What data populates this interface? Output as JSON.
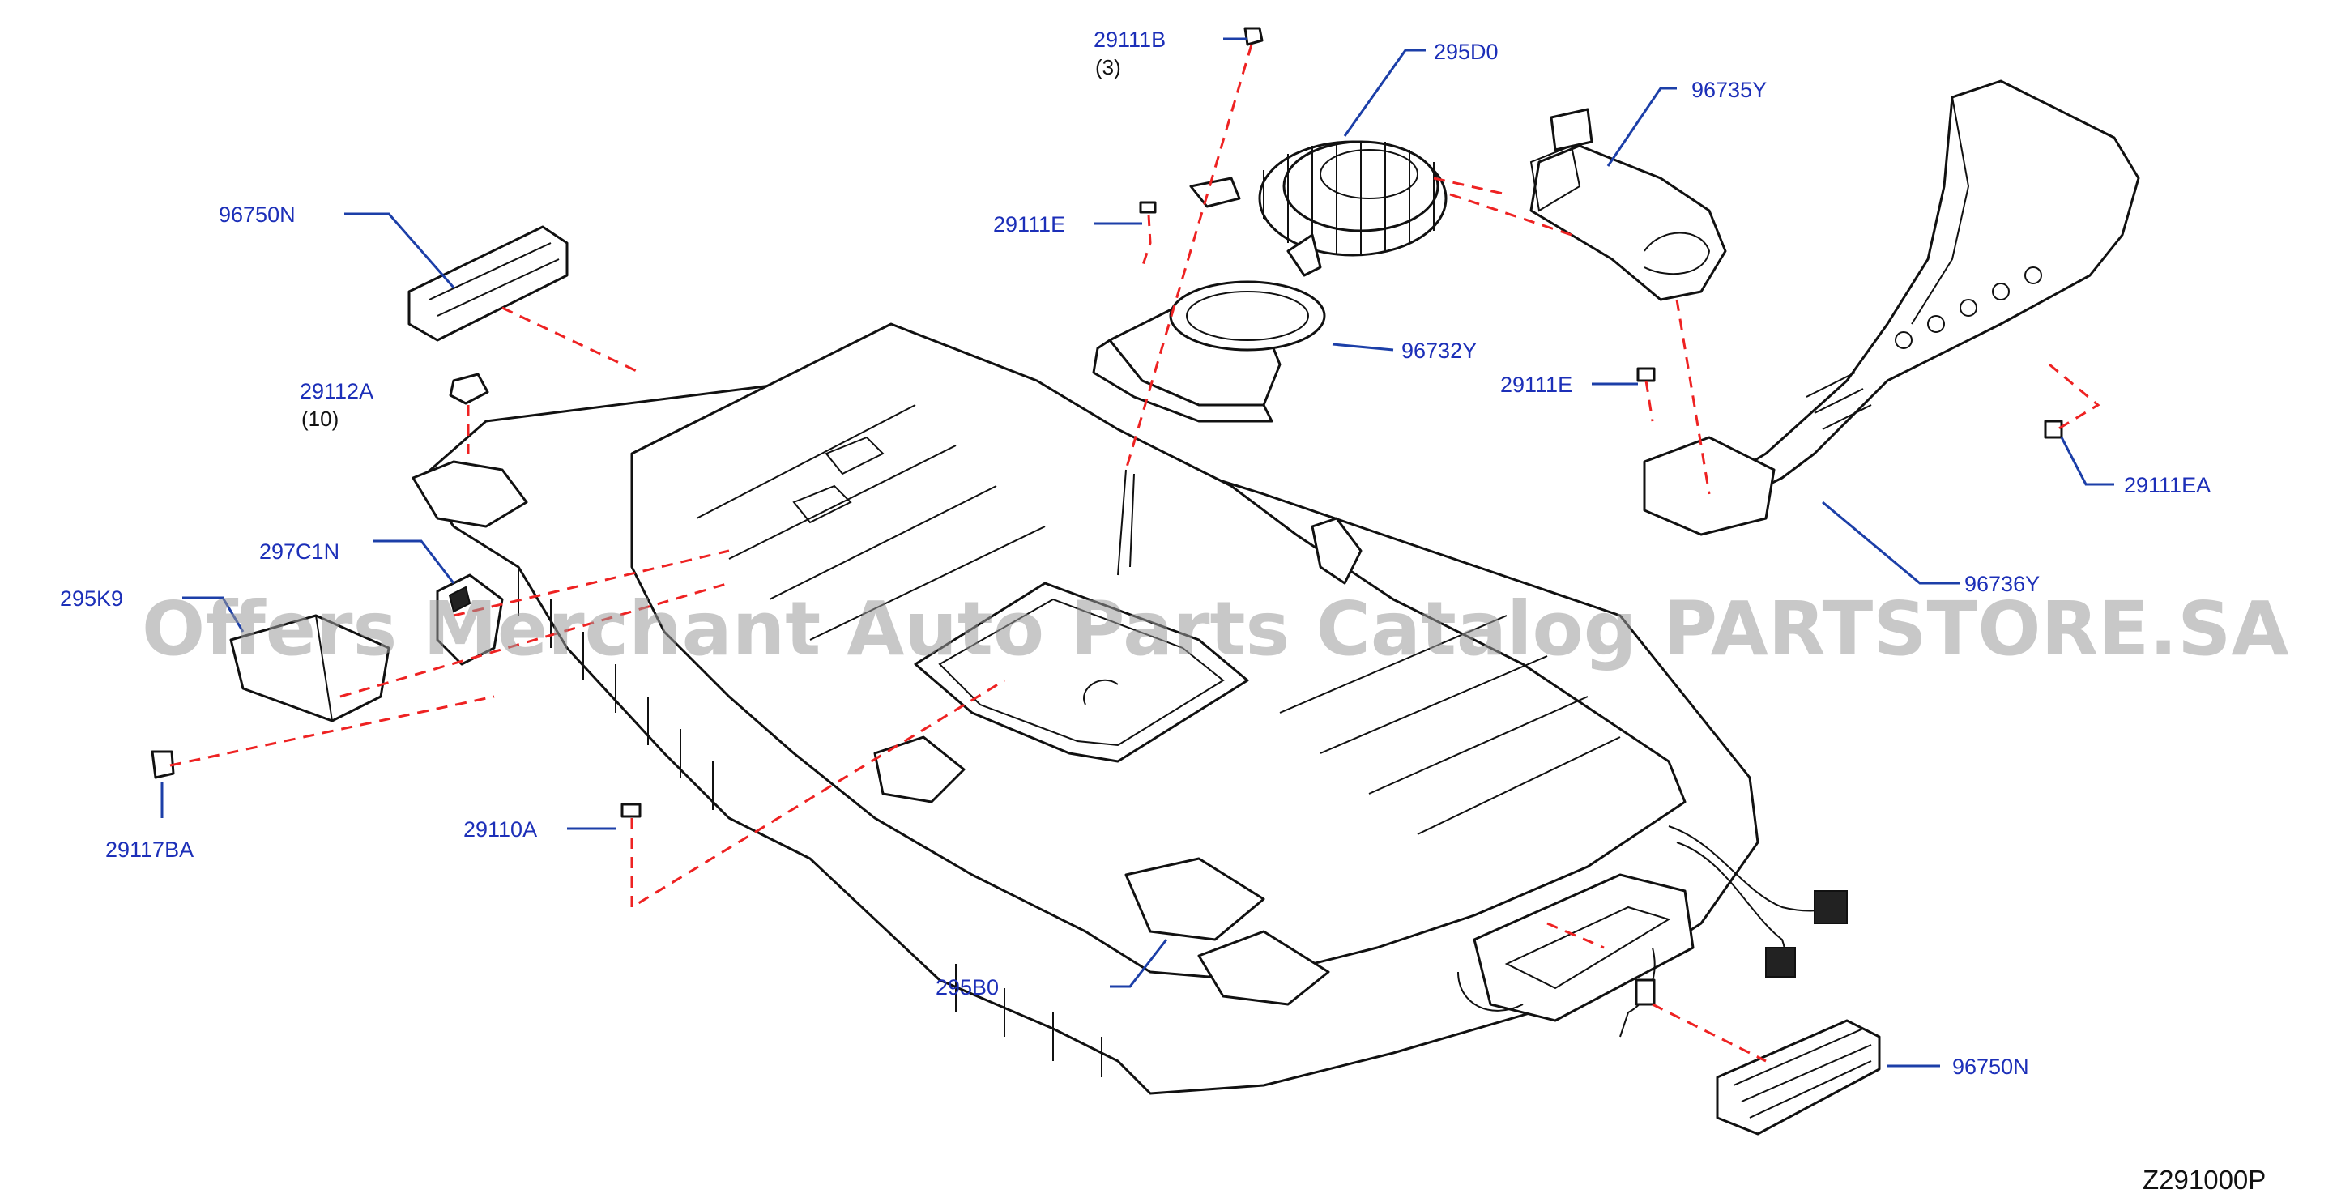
{
  "callouts": [
    {
      "id": "29111B",
      "qty": "(3)"
    },
    {
      "id": "295D0"
    },
    {
      "id": "96735Y"
    },
    {
      "id": "96750N"
    },
    {
      "id": "29111E"
    },
    {
      "id": "96732Y"
    },
    {
      "id": "29112A",
      "qty": "(10)"
    },
    {
      "id": "29111E"
    },
    {
      "id": "29111EA"
    },
    {
      "id": "297C1N"
    },
    {
      "id": "96736Y"
    },
    {
      "id": "295K9"
    },
    {
      "id": "29117BA"
    },
    {
      "id": "29110A"
    },
    {
      "id": "295B0"
    },
    {
      "id": "96750N"
    }
  ],
  "figure_code": "Z291000P",
  "watermark": "Offers Merchant Auto Parts Catalog PARTSTORE.SA",
  "colors": {
    "label": "#1c2fb8",
    "leader": "#1c3fa8",
    "dashed_guide": "#e22222",
    "line_art": "#111111"
  }
}
